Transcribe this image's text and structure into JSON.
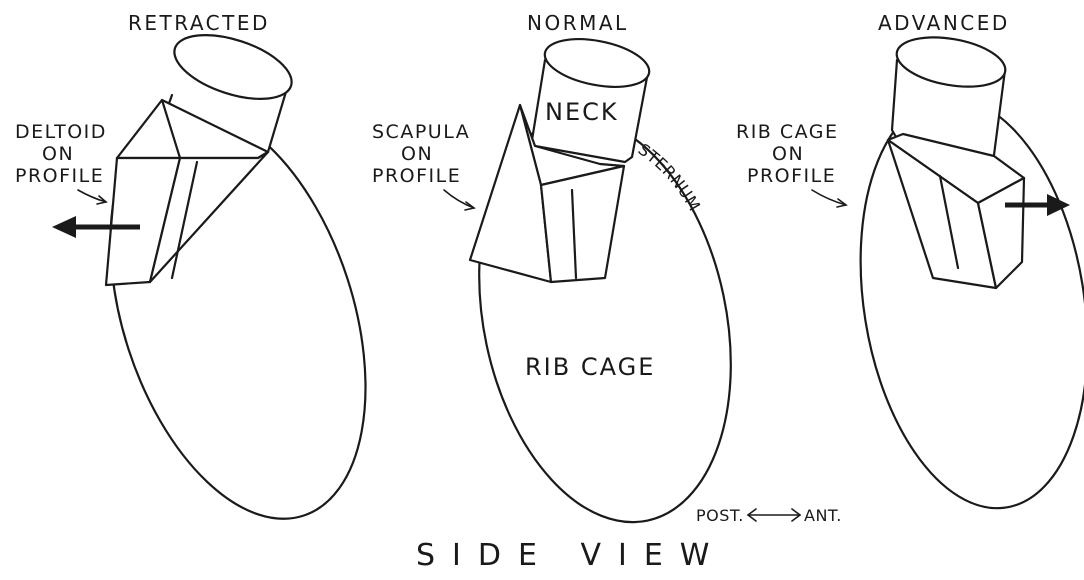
{
  "panels": {
    "retracted": {
      "title": "RETRACTED",
      "label_lines": [
        "DELTOID",
        "ON",
        "PROFILE"
      ]
    },
    "normal": {
      "title": "NORMAL",
      "label_lines": [
        "SCAPULA",
        "ON",
        "PROFILE"
      ],
      "neck_label": "NECK",
      "sternum_label": "STERNUM",
      "rib_cage_label": "RIB CAGE"
    },
    "advanced": {
      "title": "ADVANCED",
      "label_lines": [
        "RIB CAGE",
        "ON",
        "PROFILE"
      ]
    }
  },
  "direction_key": {
    "posterior": "POST.",
    "anterior": "ANT."
  },
  "footer_title": "SIDE VIEW"
}
